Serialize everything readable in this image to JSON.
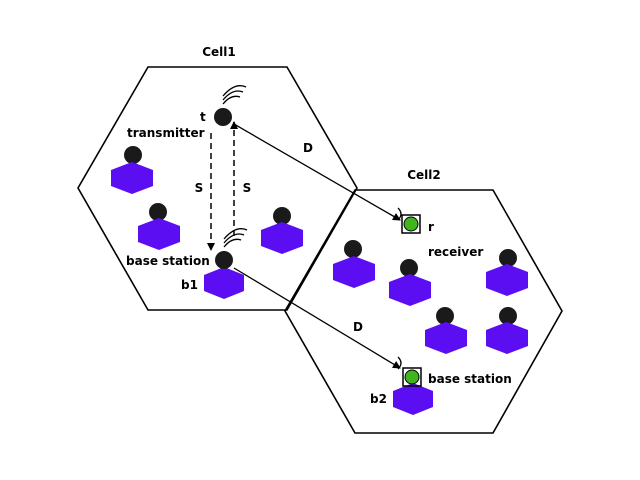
{
  "cells": {
    "cell1_title": "Cell1",
    "cell2_title": "Cell2"
  },
  "labels": {
    "t": "t",
    "transmitter": "transmitter",
    "s_left": "S",
    "s_right": "S",
    "d_top": "D",
    "d_bottom": "D",
    "base_station_1": "base station",
    "b1": "b1",
    "r": "r",
    "receiver": "receiver",
    "base_station_2": "base station",
    "b2": "b2"
  },
  "colors": {
    "user_body": "#5b0ef2",
    "node": "#1a1a1a",
    "green_node": "#3fb51e"
  }
}
